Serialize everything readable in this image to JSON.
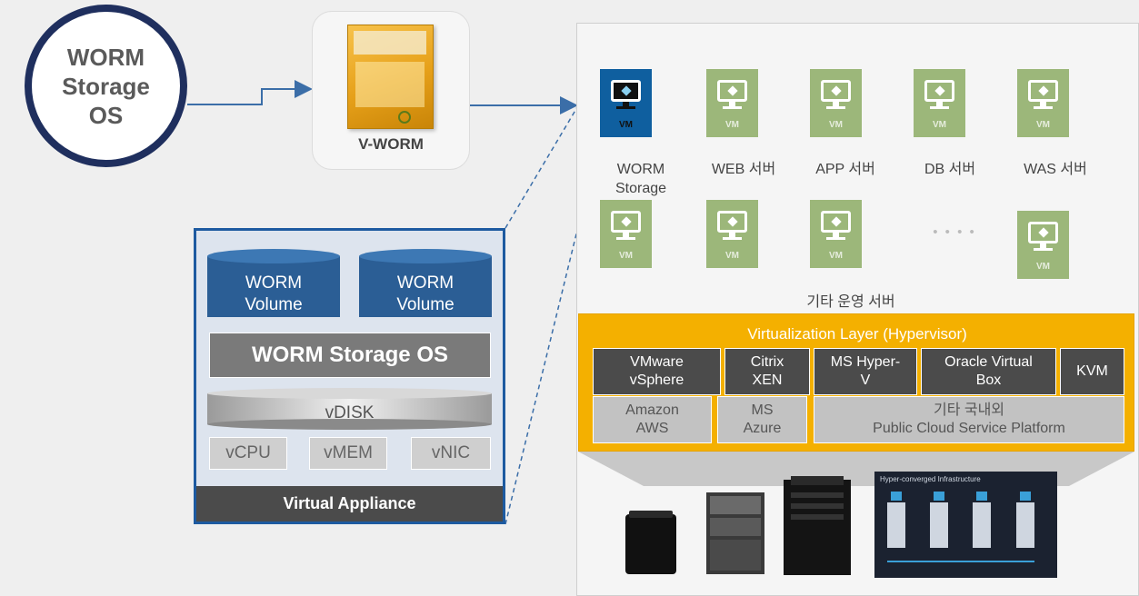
{
  "circle": {
    "text": "WORM\nStorage\nOS"
  },
  "vworm": {
    "label": "V-WORM"
  },
  "vm_tag": "VM",
  "vm_row1": [
    {
      "label": "WORM\nStorage",
      "style": "blue"
    },
    {
      "label": "WEB 서버",
      "style": "green"
    },
    {
      "label": "APP 서버",
      "style": "green"
    },
    {
      "label": "DB 서버",
      "style": "green"
    },
    {
      "label": "WAS 서버",
      "style": "green"
    }
  ],
  "ellipsis": "• • • •",
  "other_servers_label": "기타 운영 서버",
  "virtualization": {
    "title": "Virtualization Layer (Hypervisor)",
    "row1": [
      "VMware\nvSphere",
      "Citrix\nXEN",
      "MS Hyper-\nV",
      "Oracle Virtual\nBox",
      "KVM"
    ],
    "row2": [
      "Amazon\nAWS",
      "MS\nAzure",
      "기타 국내외\nPublic Cloud Service Platform"
    ]
  },
  "hci_label": "Hyper-converged Infrastructure",
  "virtual_appliance": {
    "volume1": "WORM\nVolume",
    "volume2": "WORM\nVolume",
    "storage_os": "WORM Storage OS",
    "vdisk": "vDISK",
    "vcpu": "vCPU",
    "vmem": "vMEM",
    "vnic": "vNIC",
    "footer": "Virtual Appliance"
  },
  "colors": {
    "circle_ring": "#1f2f5e",
    "vm_green": "#9cb77a",
    "vm_blue": "#0f5f9f",
    "hypervisor_orange": "#f4b000",
    "appliance_border": "#1d5aa0",
    "volume_blue": "#2b5e95"
  }
}
